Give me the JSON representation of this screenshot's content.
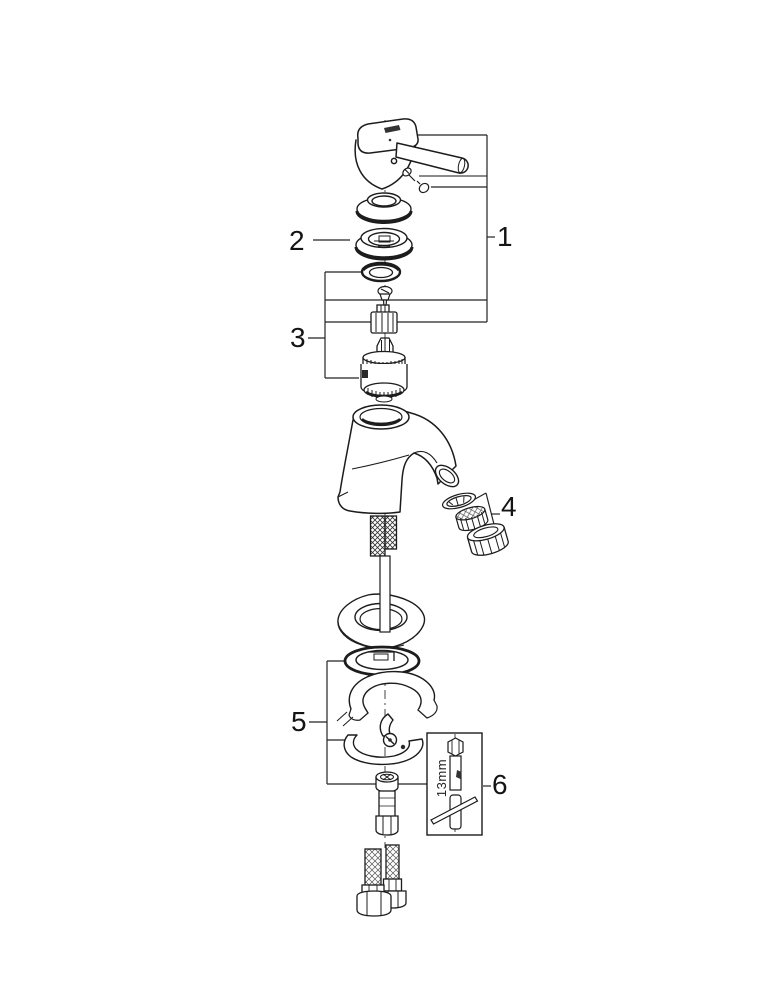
{
  "diagram": {
    "background_color": "#ffffff",
    "line_color": "#1c1c1c",
    "callouts": [
      {
        "number": "1"
      },
      {
        "number": "2"
      },
      {
        "number": "3"
      },
      {
        "number": "4"
      },
      {
        "number": "5"
      },
      {
        "number": "6"
      }
    ],
    "tool": {
      "size_label": "13mm"
    }
  }
}
